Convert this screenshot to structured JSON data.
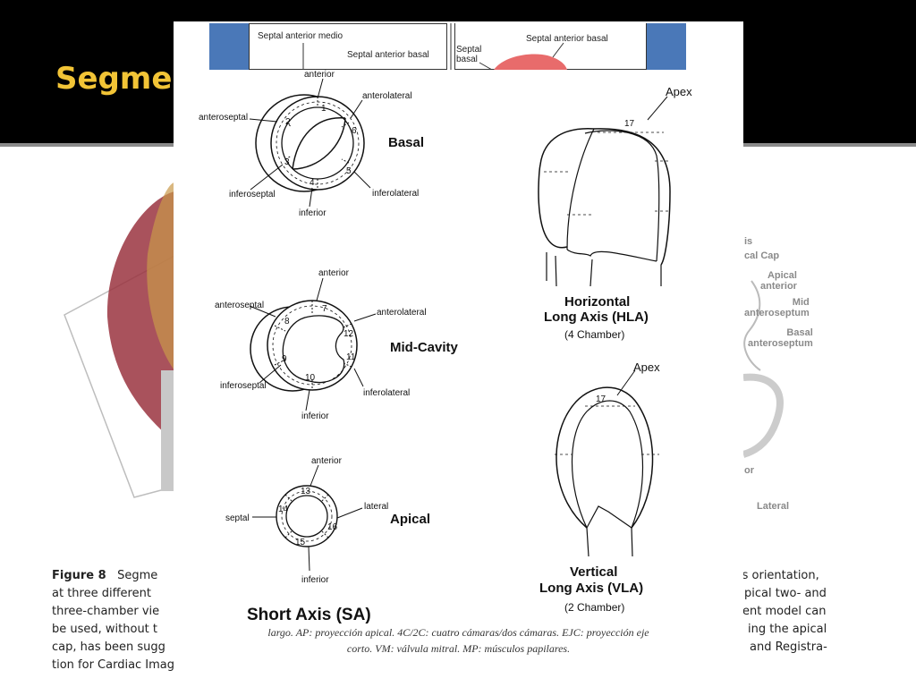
{
  "slide": {
    "title": "Segmen"
  },
  "background_labels": {
    "axis": "is",
    "cap": "cal Cap",
    "apical_anterior": "Apical\nanterior",
    "mid_anteroseptum": "Mid\nanteroseptum",
    "basal_anteroseptum": "Basal\nanteroseptum",
    "lateral": "Lateral",
    "or": "or"
  },
  "background_caption": {
    "figure_label": "Figure 8",
    "lines_left": [
      "Segme",
      "at three different",
      "three-chamber vie",
      "be used, without t",
      "cap, has been sugg",
      "tion for Cardiac Imaging."
    ],
    "lines_right": [
      "is orientation,",
      "pical two- and",
      "ent model can",
      "ing the apical",
      "and Registra-"
    ]
  },
  "top_strip": {
    "left_box_label_1": "Septal anterior medio",
    "left_box_label_2": "Septal anterior basal",
    "mid_label": "Septal\nbasal",
    "right_box_label": "Septal anterior basal",
    "colors": {
      "blue": "#4a78b8",
      "red": "#e86b6b"
    }
  },
  "basal": {
    "title": "Basal",
    "labels": {
      "anterior": "anterior",
      "anterolateral": "anterolateral",
      "anteroseptal": "anteroseptal",
      "inferoseptal": "inferoseptal",
      "inferior": "inferior",
      "inferolateral": "inferolateral"
    },
    "segments": [
      "1",
      "2",
      "3",
      "4",
      "5",
      "6"
    ]
  },
  "mid": {
    "title": "Mid-Cavity",
    "labels": {
      "anterior": "anterior",
      "anterolateral": "anterolateral",
      "anteroseptal": "anteroseptal",
      "inferoseptal": "inferoseptal",
      "inferior": "inferior",
      "inferolateral": "inferolateral"
    },
    "segments": [
      "7",
      "8",
      "9",
      "10",
      "11",
      "12"
    ]
  },
  "apical": {
    "title": "Apical",
    "labels": {
      "anterior": "anterior",
      "lateral": "lateral",
      "septal": "septal",
      "inferior": "inferior"
    },
    "segments": [
      "13",
      "14",
      "15",
      "16"
    ]
  },
  "short_axis": {
    "title": "Short Axis (SA)"
  },
  "hla": {
    "apex": "Apex",
    "segment": "17",
    "title_1": "Horizontal",
    "title_2": "Long Axis (HLA)",
    "sub": "(4 Chamber)"
  },
  "vla": {
    "apex": "Apex",
    "segment": "17",
    "title_1": "Vertical",
    "title_2": "Long Axis (VLA)",
    "sub": "(2 Chamber)"
  },
  "figure_caption": {
    "line_1": "largo. AP: proyección apical. 4C/2C: cuatro cámaras/dos cámaras. EJC: proyección eje",
    "line_2": "corto. VM: válvula mitral. MP: músculos papilares."
  }
}
